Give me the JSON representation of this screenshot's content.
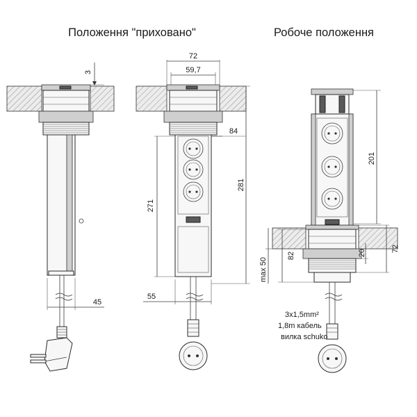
{
  "titles": {
    "hidden": "Положення \"приховано\"",
    "working": "Робоче положення"
  },
  "dims": {
    "top_3": "3",
    "width_72": "72",
    "width_59_7": "59,7",
    "side_84": "84",
    "height_271": "271",
    "height_281": "281",
    "bottom_45": "45",
    "bottom_55": "55",
    "height_201": "201",
    "depth_82": "82",
    "depth_20": "20",
    "depth_72": "72",
    "max_50": "max 50"
  },
  "notes": {
    "cable_section": "3x1,5mm²",
    "cable_length": "1,8m кабель",
    "plug": "вилка schuko"
  },
  "colors": {
    "line": "#3a3a3a",
    "body_fill": "#f7f7f7",
    "dark_fill": "#5a5a5a"
  }
}
